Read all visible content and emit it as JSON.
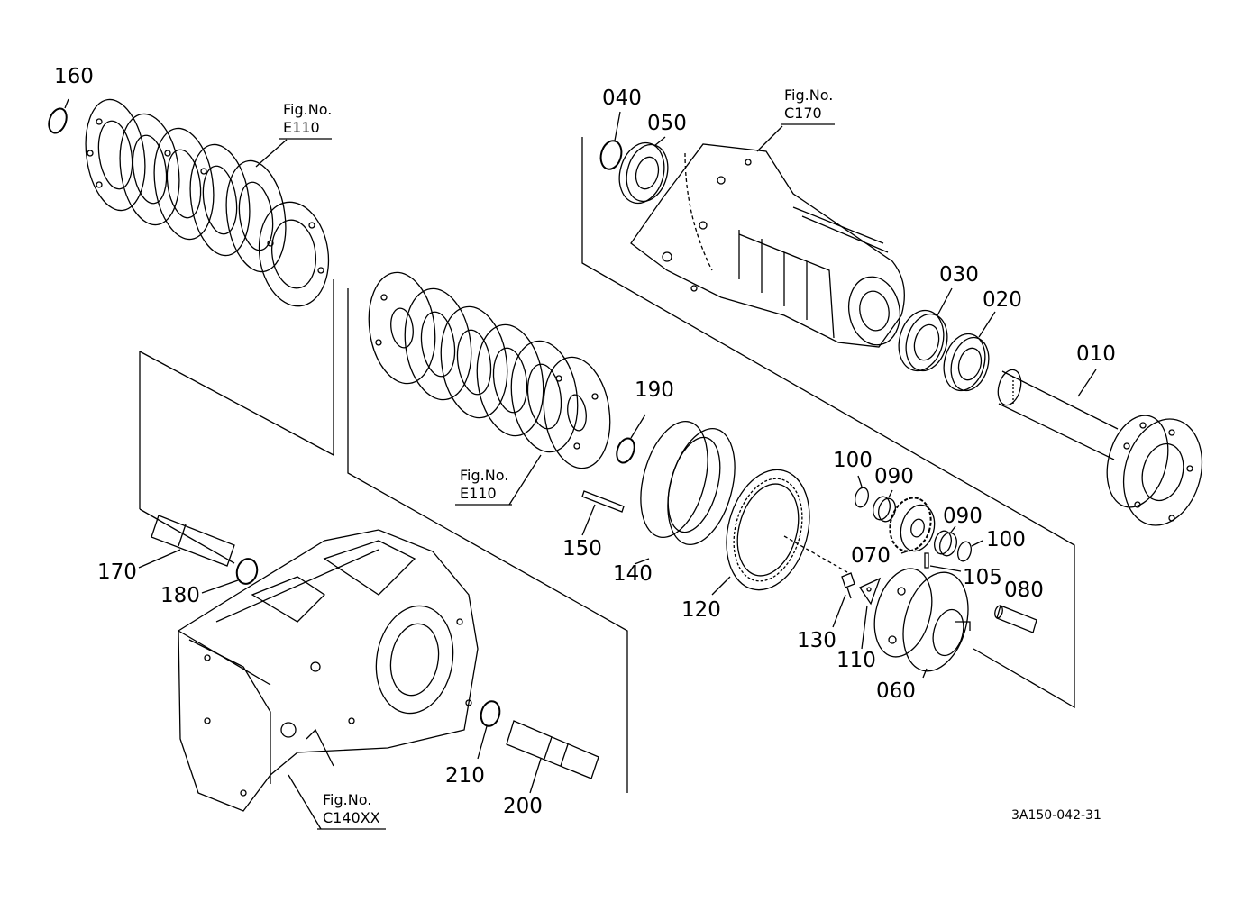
{
  "part_labels": [
    {
      "id": "160",
      "text": "160"
    },
    {
      "id": "040",
      "text": "040"
    },
    {
      "id": "050",
      "text": "050"
    },
    {
      "id": "030",
      "text": "030"
    },
    {
      "id": "020",
      "text": "020"
    },
    {
      "id": "010",
      "text": "010"
    },
    {
      "id": "190",
      "text": "190"
    },
    {
      "id": "100a",
      "text": "100"
    },
    {
      "id": "090a",
      "text": "090"
    },
    {
      "id": "090b",
      "text": "090"
    },
    {
      "id": "100b",
      "text": "100"
    },
    {
      "id": "070",
      "text": "070"
    },
    {
      "id": "105",
      "text": "105"
    },
    {
      "id": "080",
      "text": "080"
    },
    {
      "id": "150",
      "text": "150"
    },
    {
      "id": "140",
      "text": "140"
    },
    {
      "id": "120",
      "text": "120"
    },
    {
      "id": "130",
      "text": "130"
    },
    {
      "id": "110",
      "text": "110"
    },
    {
      "id": "060",
      "text": "060"
    },
    {
      "id": "170",
      "text": "170"
    },
    {
      "id": "180",
      "text": "180"
    },
    {
      "id": "210",
      "text": "210"
    },
    {
      "id": "200",
      "text": "200"
    }
  ],
  "figure_refs": [
    {
      "id": "e110-top",
      "title": "Fig.No.",
      "number": "E110"
    },
    {
      "id": "c170",
      "title": "Fig.No.",
      "number": "C170"
    },
    {
      "id": "e110-mid",
      "title": "Fig.No.",
      "number": "E110"
    },
    {
      "id": "c140xx",
      "title": "Fig.No.",
      "number": "C140XX"
    }
  ],
  "drawing_code": "3A150-042-31"
}
